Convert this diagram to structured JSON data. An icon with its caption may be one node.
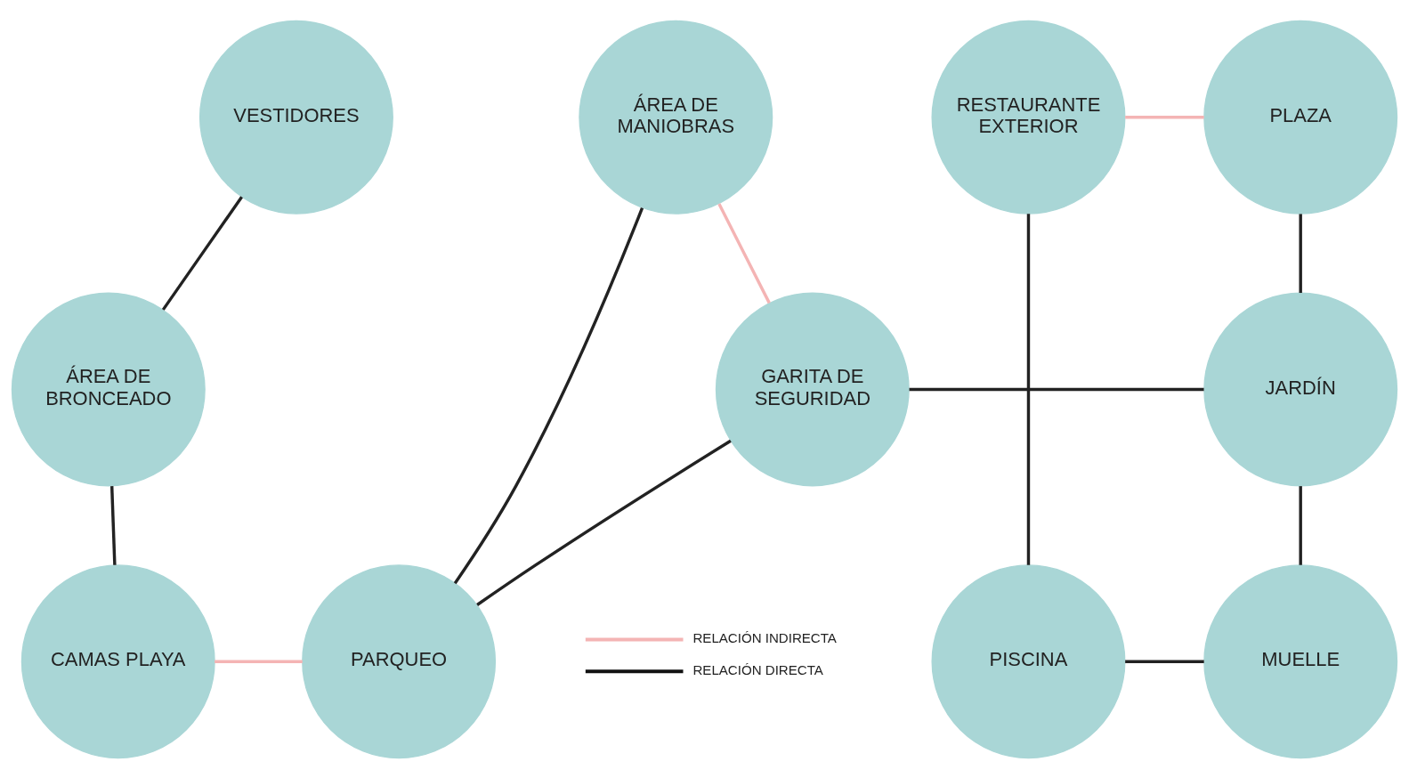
{
  "diagram": {
    "nodes": [
      {
        "text": [
          "VESTIDORES"
        ]
      },
      {
        "text": [
          "ÁREA DE MANIOBRAS"
        ]
      },
      {
        "text": [
          "RESTAURANTE EXTERIOR"
        ]
      },
      {
        "text": [
          "PLAZA"
        ]
      },
      {
        "text": [
          "ÁREA DE BRONCEADO"
        ]
      },
      {
        "text": [
          "GARITA DE SEGURIDAD"
        ]
      },
      {
        "text": [
          "JARDÍN"
        ]
      },
      {
        "text": [
          "CAMAS PLAYA"
        ]
      },
      {
        "text": [
          "PARQUEO"
        ]
      },
      {
        "text": [
          "PISCINA"
        ]
      },
      {
        "text": [
          "MUELLE"
        ]
      }
    ],
    "edges": [
      {
        "from": 0,
        "to": 4,
        "arrow": "none"
      },
      {
        "from": 4,
        "to": 7,
        "arrow": "none"
      },
      {
        "from": 7,
        "to": 8,
        "arrow": "none",
        "color": "#f4b4b4"
      },
      {
        "from": 1,
        "to": 8,
        "arrow": "none"
      },
      {
        "from": 1,
        "to": 5,
        "arrow": "none",
        "color": "#f4b4b4"
      },
      {
        "from": 5,
        "to": 8,
        "arrow": "none"
      },
      {
        "from": 5,
        "to": 6,
        "arrow": "none"
      },
      {
        "from": 2,
        "to": 9,
        "arrow": "none"
      },
      {
        "from": 2,
        "to": 3,
        "arrow": "none",
        "color": "#f4b4b4"
      },
      {
        "from": 3,
        "to": 6,
        "arrow": "none"
      },
      {
        "from": 6,
        "to": 10,
        "arrow": "none"
      },
      {
        "from": 9,
        "to": 10,
        "arrow": "none"
      }
    ],
    "legend": [
      {
        "text": "RELACIÓN INDIRECTA"
      },
      {
        "text": "RELACIÓN DIRECTA"
      }
    ]
  }
}
